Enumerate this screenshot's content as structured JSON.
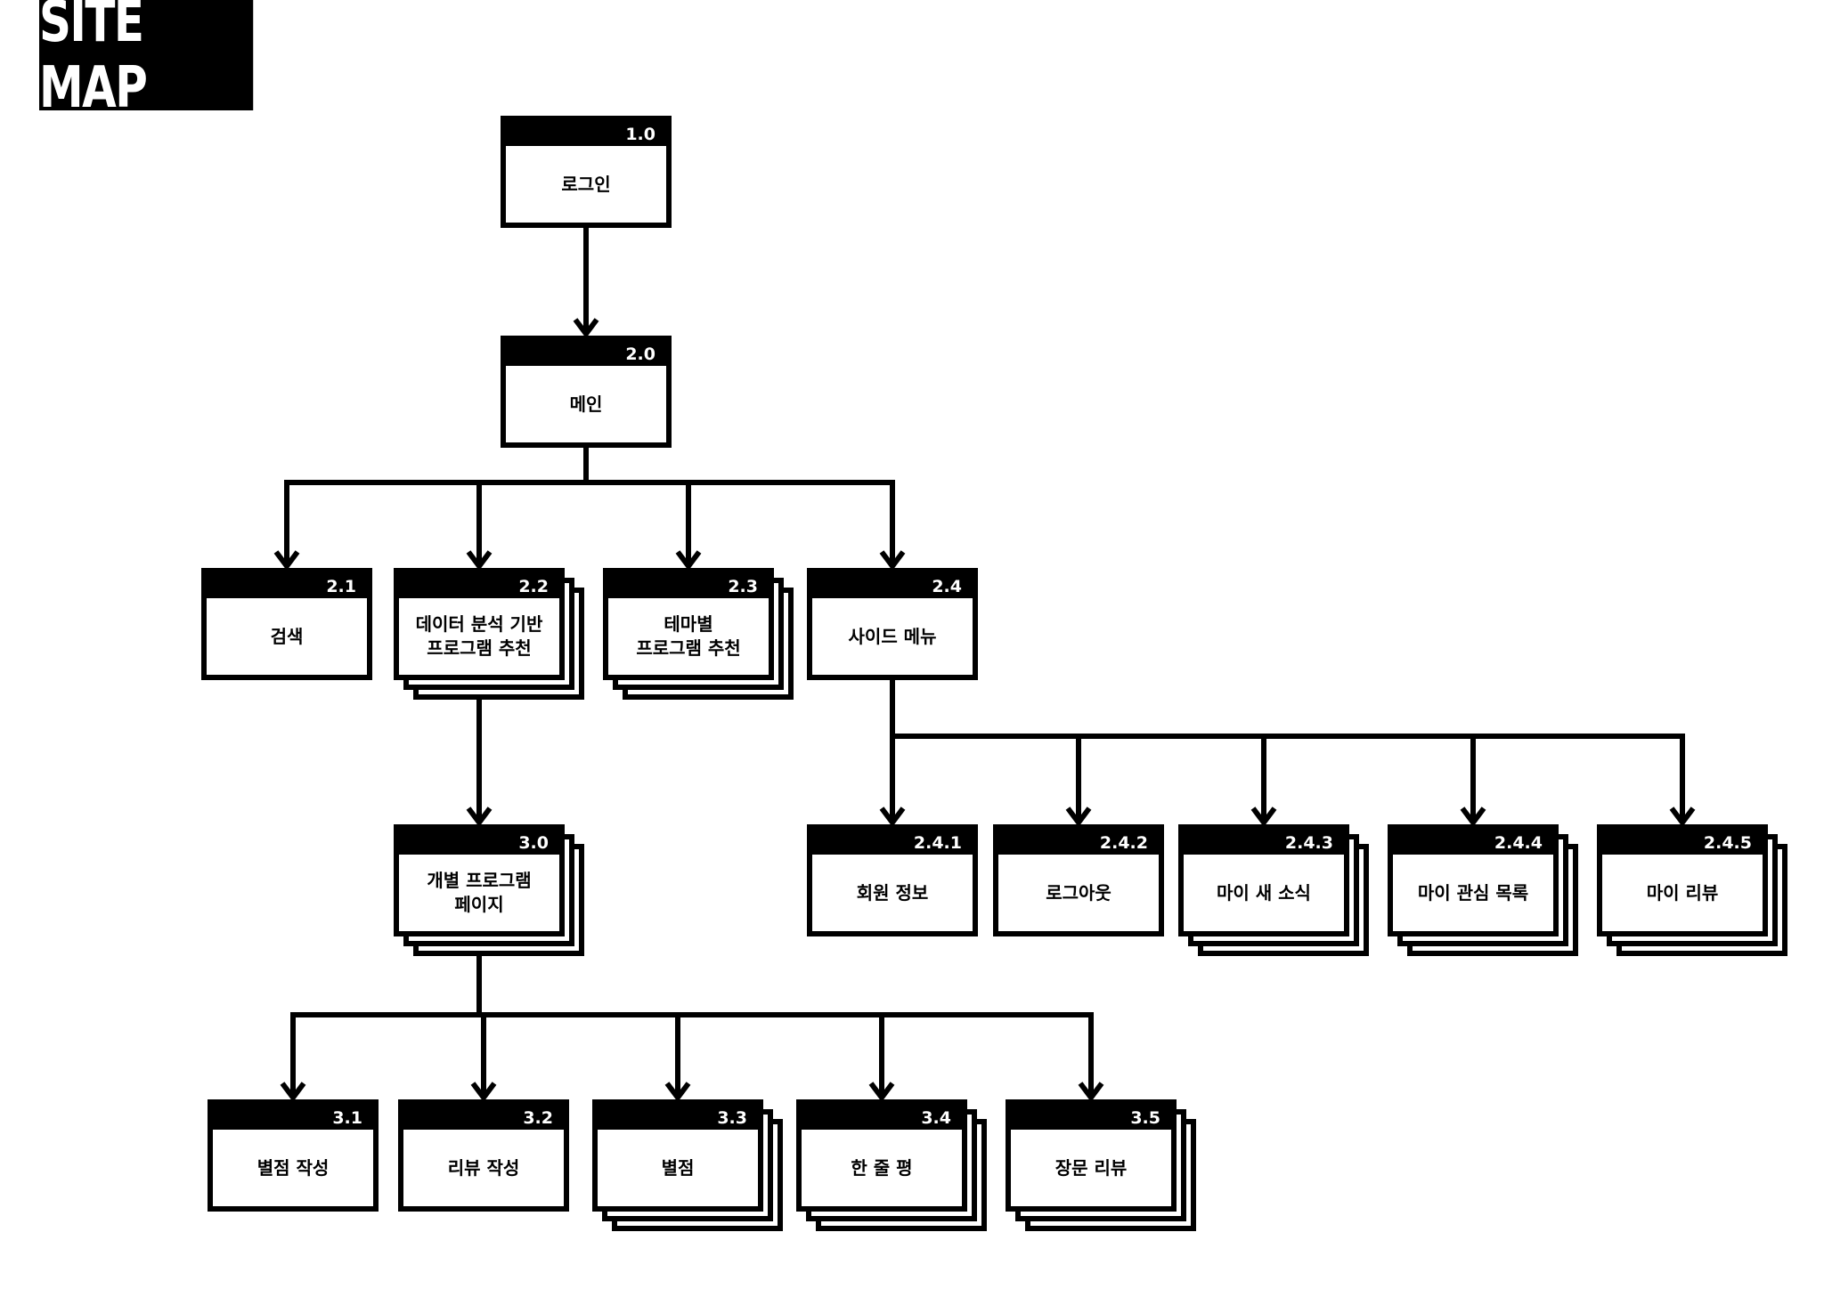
{
  "title": "SITE MAP",
  "nodes": [
    {
      "id": "1.0",
      "label": "로그인",
      "stacked": false
    },
    {
      "id": "2.0",
      "label": "메인",
      "stacked": false
    },
    {
      "id": "2.1",
      "label": "검색",
      "stacked": false
    },
    {
      "id": "2.2",
      "label": "데이터 분석 기반\n프로그램 추천",
      "stacked": true
    },
    {
      "id": "2.3",
      "label": "테마별\n프로그램 추천",
      "stacked": true
    },
    {
      "id": "2.4",
      "label": "사이드 메뉴",
      "stacked": false
    },
    {
      "id": "2.4.1",
      "label": "회원 정보",
      "stacked": false
    },
    {
      "id": "2.4.2",
      "label": "로그아웃",
      "stacked": false
    },
    {
      "id": "2.4.3",
      "label": "마이 새 소식",
      "stacked": true
    },
    {
      "id": "2.4.4",
      "label": "마이 관심 목록",
      "stacked": true
    },
    {
      "id": "2.4.5",
      "label": "마이 리뷰",
      "stacked": true
    },
    {
      "id": "3.0",
      "label": "개별 프로그램\n페이지",
      "stacked": true
    },
    {
      "id": "3.1",
      "label": "별점 작성",
      "stacked": false
    },
    {
      "id": "3.2",
      "label": "리뷰 작성",
      "stacked": false
    },
    {
      "id": "3.3",
      "label": "별점",
      "stacked": true
    },
    {
      "id": "3.4",
      "label": "한 줄 평",
      "stacked": true
    },
    {
      "id": "3.5",
      "label": "장문 리뷰",
      "stacked": true
    }
  ],
  "edges": [
    {
      "from": "1.0",
      "to": [
        "2.0"
      ]
    },
    {
      "from": "2.0",
      "to": [
        "2.1",
        "2.2",
        "2.3",
        "2.4"
      ]
    },
    {
      "from": "2.2",
      "to": [
        "3.0"
      ]
    },
    {
      "from": "2.4",
      "to": [
        "2.4.1",
        "2.4.2",
        "2.4.3",
        "2.4.4",
        "2.4.5"
      ]
    },
    {
      "from": "3.0",
      "to": [
        "3.1",
        "3.2",
        "3.3",
        "3.4",
        "3.5"
      ]
    }
  ]
}
